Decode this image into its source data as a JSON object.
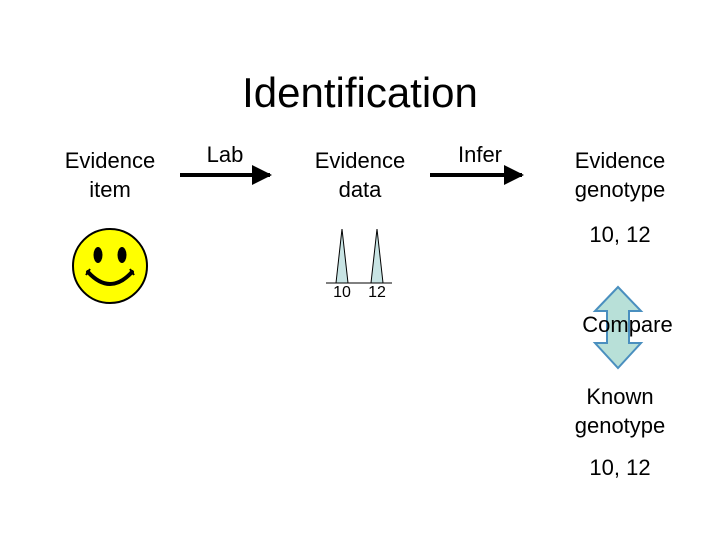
{
  "diagram": {
    "title": "Identification",
    "evidence_item": "Evidence\nitem",
    "lab": "Lab",
    "evidence_data": "Evidence\ndata",
    "infer": "Infer",
    "evidence_genotype": "Evidence\ngenotype",
    "evidence_genotype_value": "10, 12",
    "peak_labels": [
      "10",
      "12"
    ],
    "compare": "Compare",
    "known_genotype": "Known\ngenotype",
    "known_genotype_value": "10, 12"
  },
  "colors": {
    "smiley_fill": "#ffff00",
    "peak_fill": "#c8e4e4",
    "compare_arrow_fill": "#b8e0d8",
    "compare_arrow_stroke": "#4a8fbf",
    "line": "#000000"
  },
  "icons": {
    "evidence_item": "smiley-face-icon",
    "lab_arrow": "arrow-right-icon",
    "infer_arrow": "arrow-right-icon",
    "compare_arrow": "double-arrow-vertical-icon"
  }
}
